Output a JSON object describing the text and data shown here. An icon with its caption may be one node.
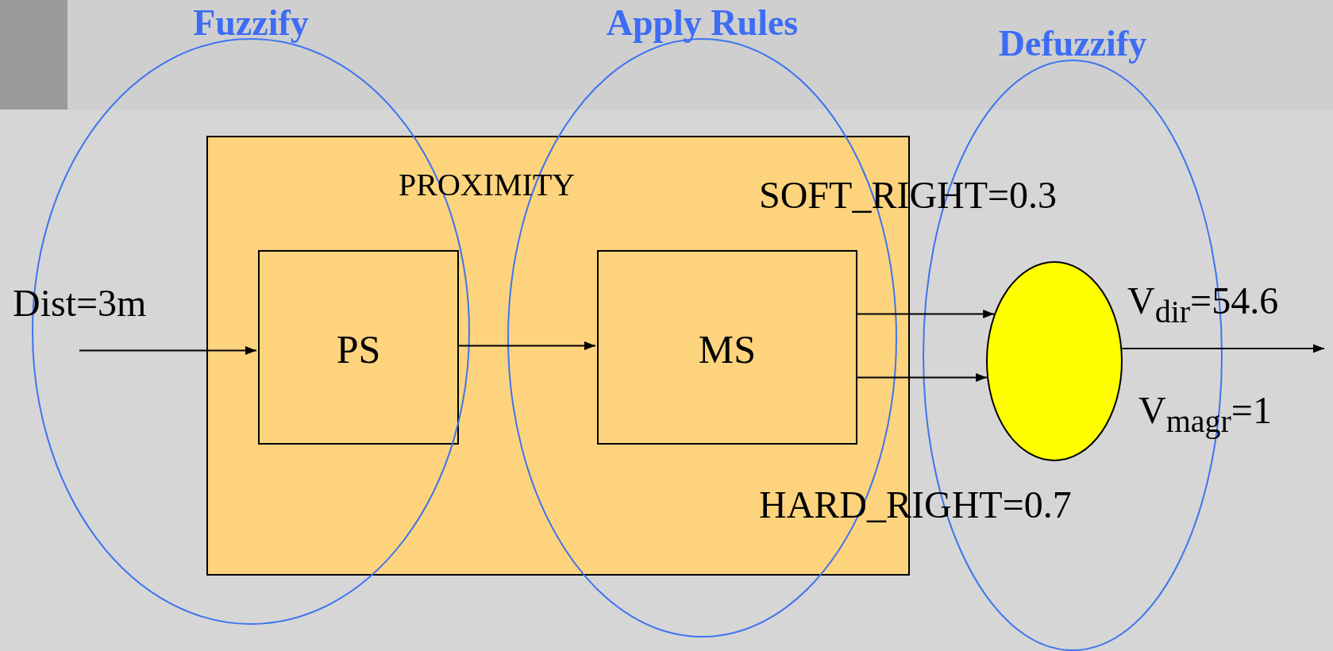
{
  "diagram": {
    "nodes": [
      {
        "text": [
          "PROXIMITY"
        ]
      },
      {
        "text": [
          "PS"
        ],
        "in": 0
      },
      {
        "text": [
          "MS"
        ],
        "in": 0
      },
      {
        "text": [],
        "shape": "circle",
        "beside": [
          "V$_{dir}$=54.6",
          "V$_{magr}$=1"
        ]
      }
    ],
    "edges": [
      {
        "from": null,
        "to": 1,
        "arrow": "to",
        "label": "Dist=3m"
      },
      {
        "from": 1,
        "to": 2,
        "arrow": "to"
      },
      {
        "from": 2,
        "to": 3,
        "arrow": "to",
        "label": "SOFT_RIGHT=0.3"
      },
      {
        "from": 2,
        "to": 3,
        "arrow": "to",
        "label": "HARD_RIGHT=0.7"
      },
      {
        "from": 3,
        "to": null,
        "arrow": "to"
      }
    ],
    "labels": [
      "Fuzzify",
      "Apply Rules",
      "Defuzzify"
    ]
  }
}
